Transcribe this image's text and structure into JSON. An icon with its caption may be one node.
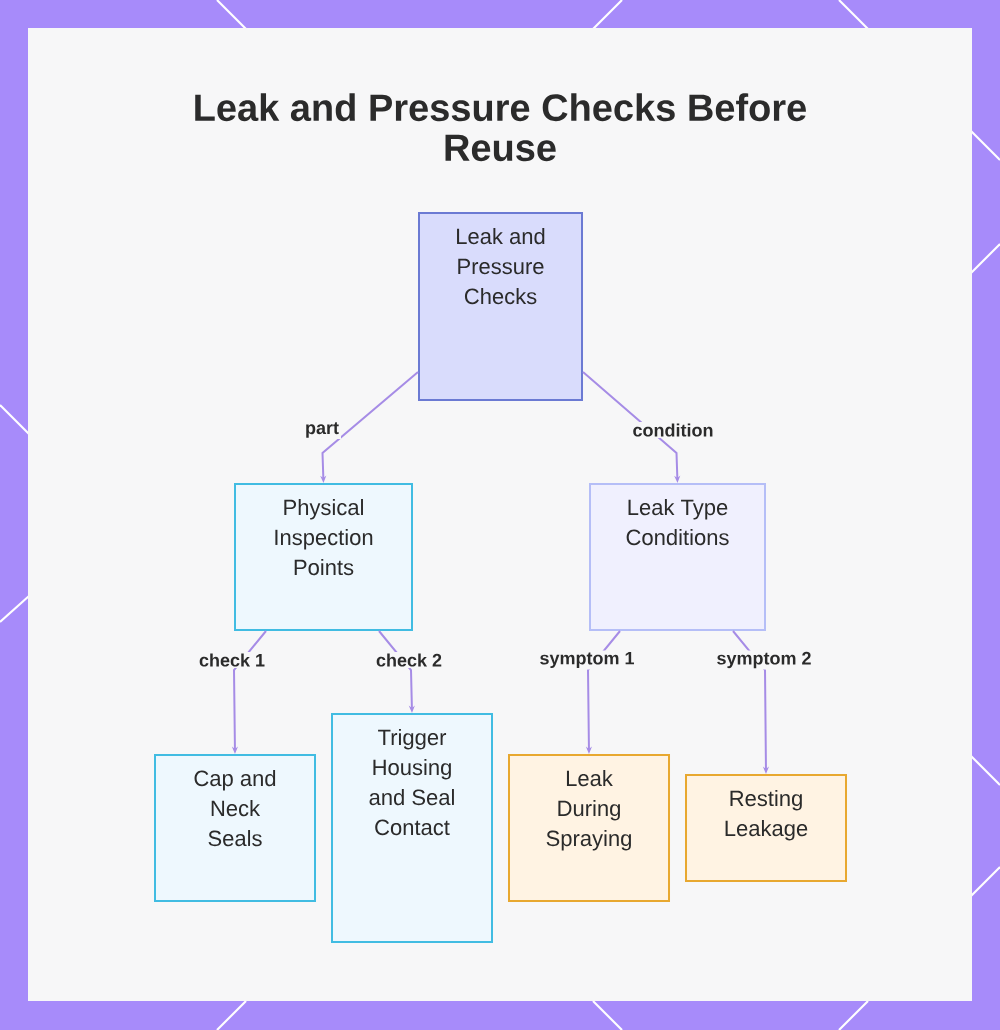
{
  "diagram": {
    "title": "Leak and Pressure Checks Before Reuse",
    "nodes": [
      {
        "text": [
          "Leak and Pressure Checks"
        ]
      },
      {
        "text": [
          "Physical Inspection Points"
        ]
      },
      {
        "text": [
          "Leak Type Conditions"
        ]
      },
      {
        "text": [
          "Cap and Neck Seals"
        ]
      },
      {
        "text": [
          "Trigger Housing and Seal Contact"
        ]
      },
      {
        "text": [
          "Leak During Spraying"
        ]
      },
      {
        "text": [
          "Resting Leakage"
        ]
      }
    ],
    "edges": [
      {
        "from": 0,
        "to": 1,
        "arrow": "to",
        "label": "part"
      },
      {
        "from": 0,
        "to": 2,
        "arrow": "to",
        "label": "condition"
      },
      {
        "from": 1,
        "to": 3,
        "arrow": "to",
        "label": "check 1"
      },
      {
        "from": 1,
        "to": 4,
        "arrow": "to",
        "label": "check 2"
      },
      {
        "from": 2,
        "to": 5,
        "arrow": "to",
        "label": "symptom 1"
      },
      {
        "from": 2,
        "to": 6,
        "arrow": "to",
        "label": "symptom 2"
      }
    ]
  }
}
